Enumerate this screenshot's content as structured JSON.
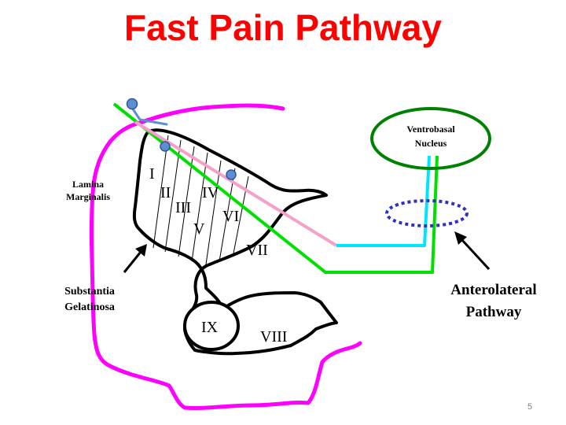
{
  "title": "Fast Pain Pathway",
  "laminae": {
    "i": "I",
    "ii": "II",
    "iii": "III",
    "iv": "IV",
    "v": "V",
    "vi": "VI",
    "vii": "VII",
    "viii": "VIII",
    "ix": "IX"
  },
  "labels": {
    "lamina_marginalis_line1": "Lamina",
    "lamina_marginalis_line2": "Marginalis",
    "substantia_line1": "Substantia",
    "substantia_line2": "Gelatinosa",
    "ventrobasal_line1": "Ventrobasal",
    "ventrobasal_line2": "Nucleus",
    "anterolateral_line1": "Anterolateral",
    "anterolateral_line2": "Pathway"
  },
  "page_number": "5",
  "colors": {
    "title": "#ff0000",
    "spinal_outline": "#ff00ff",
    "green_tract": "#00e000",
    "pink_fiber": "#f5a0c8",
    "cyan_fiber": "#00e5ff",
    "nucleus_outline": "#008000",
    "dotted_ellipse": "#3030c0",
    "neuron_terminal": "#5b8fd0"
  }
}
